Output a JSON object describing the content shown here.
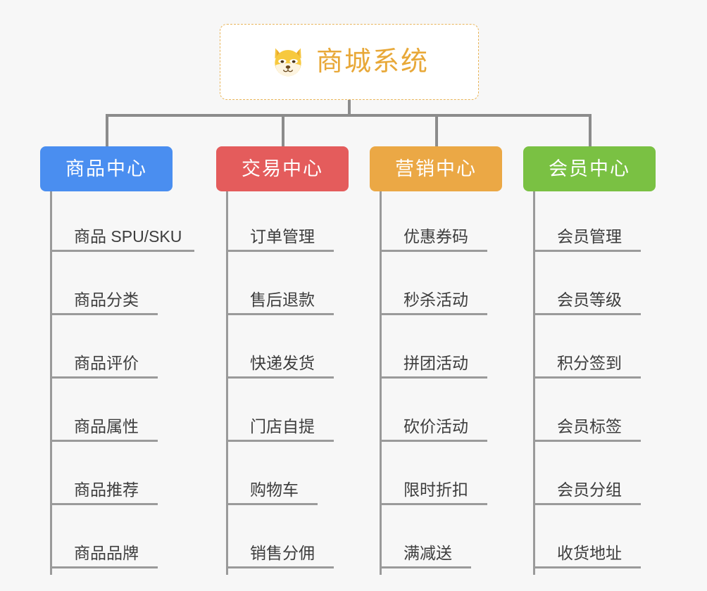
{
  "background_color": "#f7f7f7",
  "root": {
    "title": "商城系统",
    "icon": "shiba-dog-icon",
    "title_color": "#e8a838",
    "border_color": "#e9b55a",
    "background_color": "#ffffff"
  },
  "connector_color": "#8c8c8c",
  "columns": [
    {
      "id": "product-center",
      "label": "商品中心",
      "color": "#4a8ef0",
      "items": [
        {
          "label": "商品 SPU/SKU",
          "rule_width": 205
        },
        {
          "label": "商品分类",
          "rule_width": 153
        },
        {
          "label": "商品评价",
          "rule_width": 153
        },
        {
          "label": "商品属性",
          "rule_width": 153
        },
        {
          "label": "商品推荐",
          "rule_width": 153
        },
        {
          "label": "商品品牌",
          "rule_width": 153
        }
      ]
    },
    {
      "id": "trade-center",
      "label": "交易中心",
      "color": "#e45c5c",
      "items": [
        {
          "label": "订单管理",
          "rule_width": 153
        },
        {
          "label": "售后退款",
          "rule_width": 153
        },
        {
          "label": "快递发货",
          "rule_width": 153
        },
        {
          "label": "门店自提",
          "rule_width": 153
        },
        {
          "label": "购物车",
          "rule_width": 130
        },
        {
          "label": "销售分佣",
          "rule_width": 153
        }
      ]
    },
    {
      "id": "marketing-center",
      "label": "营销中心",
      "color": "#eba845",
      "items": [
        {
          "label": "优惠券码",
          "rule_width": 153
        },
        {
          "label": "秒杀活动",
          "rule_width": 153
        },
        {
          "label": "拼团活动",
          "rule_width": 153
        },
        {
          "label": "砍价活动",
          "rule_width": 153
        },
        {
          "label": "限时折扣",
          "rule_width": 153
        },
        {
          "label": "满减送",
          "rule_width": 130
        }
      ]
    },
    {
      "id": "member-center",
      "label": "会员中心",
      "color": "#7ac143",
      "items": [
        {
          "label": "会员管理",
          "rule_width": 153
        },
        {
          "label": "会员等级",
          "rule_width": 153
        },
        {
          "label": "积分签到",
          "rule_width": 153
        },
        {
          "label": "会员标签",
          "rule_width": 153
        },
        {
          "label": "会员分组",
          "rule_width": 153
        },
        {
          "label": "收货地址",
          "rule_width": 153
        }
      ]
    }
  ]
}
